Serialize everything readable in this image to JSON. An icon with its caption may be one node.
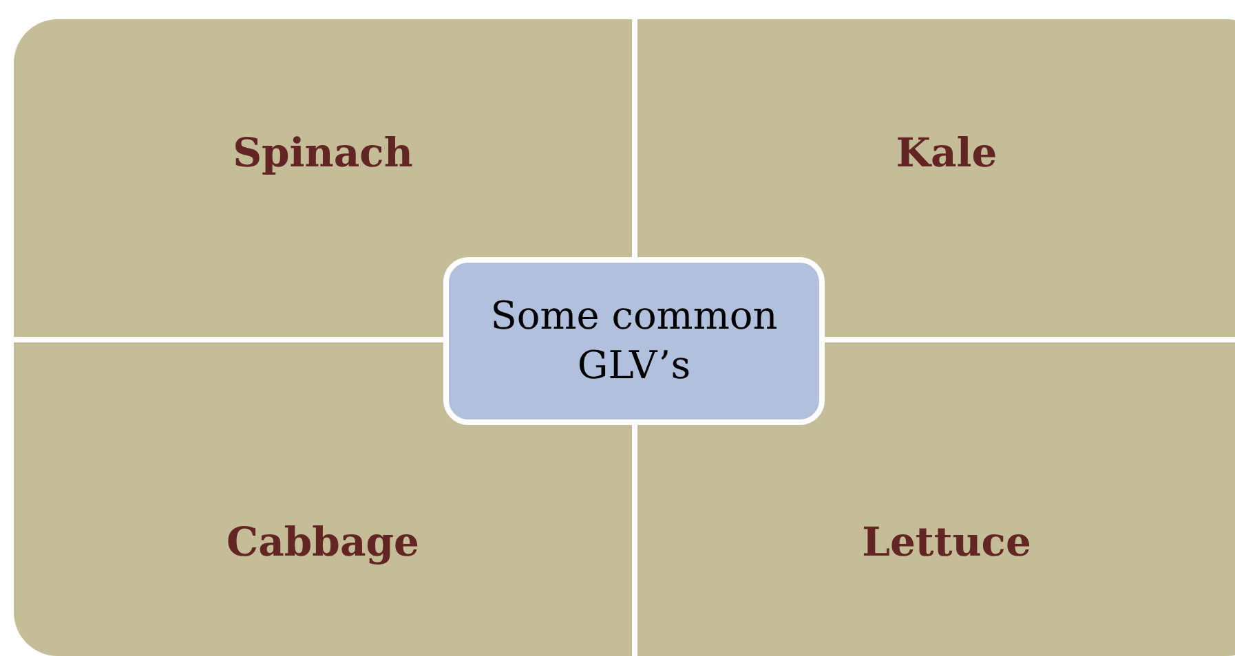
{
  "diagram": {
    "nodes": [
      {
        "text": [
          "Spinach"
        ]
      },
      {
        "text": [
          "Kale"
        ]
      },
      {
        "text": [
          "Cabbage"
        ]
      },
      {
        "text": [
          "Lettuce"
        ]
      },
      {
        "text": [
          "Some common GLV’s"
        ]
      }
    ]
  }
}
